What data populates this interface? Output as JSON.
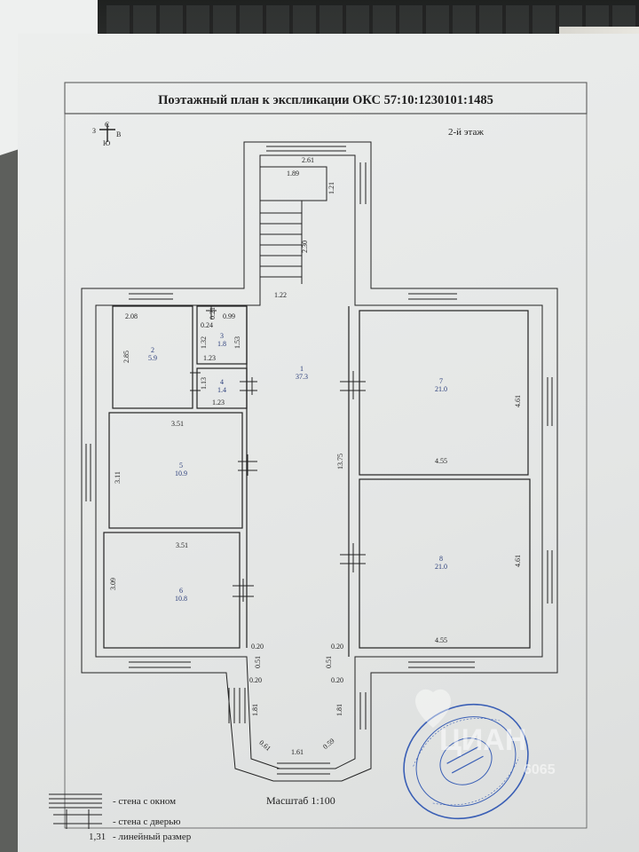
{
  "document": {
    "title": "Поэтажный план к экспликации ОКС 57:10:1230101:1485",
    "floor": "2-й этаж",
    "scale": "Масштаб 1:100",
    "compass": {
      "n": "С",
      "w": "З",
      "e": "В",
      "s": "Ю"
    }
  },
  "rooms": [
    {
      "num": "1",
      "area": "37.3"
    },
    {
      "num": "2",
      "area": "5.9"
    },
    {
      "num": "3",
      "area": "1.8"
    },
    {
      "num": "4",
      "area": "1.4"
    },
    {
      "num": "5",
      "area": "10.9"
    },
    {
      "num": "6",
      "area": "10.8"
    },
    {
      "num": "7",
      "area": "21.0"
    },
    {
      "num": "8",
      "area": "21.0"
    }
  ],
  "dimensions": {
    "stair_top_width": "2.61",
    "stair_landing": "1.89",
    "stair_right": "1.21",
    "stair_length": "2.30",
    "corridor_width": "1.22",
    "corridor_length": "13.75",
    "r2_width": "2.08",
    "r2_height": "2.85",
    "r3_width": "0.99",
    "r3_small": "0.21",
    "r3_left": "0.24",
    "r3_height_l": "1.32",
    "r3_height_r": "1.53",
    "r3_bottom": "1.23",
    "r4_height": "1.13",
    "r4_width": "1.23",
    "r5_width": "3.51",
    "r5_height": "3.11",
    "r6_width": "3.51",
    "r6_height": "3.09",
    "r7_width": "4.55",
    "r7_height": "4.61",
    "r8_width": "4.55",
    "r8_height": "4.61",
    "wall_l1": "0.20",
    "wall_l2": "0.51",
    "wall_l3": "0.20",
    "wall_r1": "0.20",
    "wall_r2": "0.51",
    "wall_r3": "0.20",
    "bay_left": "1.81",
    "bay_right": "1.81",
    "bay_diag_l": "0.61",
    "bay_front": "1.61",
    "bay_diag_r": "0.59"
  },
  "legend": {
    "window_wall": "- стена с окном",
    "door_wall": "- стена с дверью",
    "dim_sample": "1,31",
    "dim_text": "- линейный размер"
  },
  "watermark": {
    "text": "ЦИАН",
    "code": "6065"
  }
}
